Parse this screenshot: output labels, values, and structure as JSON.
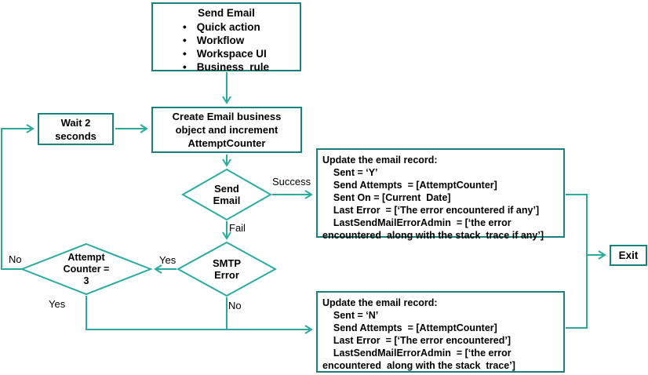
{
  "diagram": {
    "type": "flowchart",
    "colors": {
      "box_border": "#15827C",
      "connector": "#2BAB9F",
      "text": "#000000",
      "background": "#FFFFFF"
    },
    "nodes": {
      "trigger": {
        "title": "Send Email",
        "bullets": [
          "Quick action",
          "Workflow",
          "Workspace UI",
          "Business  rule"
        ]
      },
      "wait": {
        "label": "Wait 2\nseconds"
      },
      "create": {
        "label": "Create Email business\nobject and increment\nAttemptCounter"
      },
      "send_decision": {
        "label": "Send\nEmail"
      },
      "smtp_decision": {
        "label": "SMTP\nError"
      },
      "attempt_decision": {
        "label": "Attempt\nCounter =\n3"
      },
      "update_success": {
        "lines": [
          "Update the email record:",
          "    Sent = ‘Y’",
          "    Send Attempts  = [AttemptCounter]",
          "    Sent On = [Current  Date]",
          "    Last Error  = [‘The error encountered if any’]",
          "    LastSendMailErrorAdmin  = [‘the error",
          "encountered  along with the stack  trace if any’]"
        ]
      },
      "update_fail": {
        "lines": [
          "Update the email record:",
          "    Sent = ‘N’",
          "    Send Attempts  = [AttemptCounter]",
          "    Last Error  = [‘The error encountered’]",
          "    LastSendMailErrorAdmin  = [‘the error",
          "encountered  along with the stack  trace’]"
        ]
      },
      "exit": {
        "label": "Exit"
      }
    },
    "edge_labels": {
      "success": "Success",
      "fail": "Fail",
      "attempt_no": "No",
      "smtp_yes": "Yes",
      "attempt_yes": "Yes",
      "smtp_no": "No"
    }
  }
}
